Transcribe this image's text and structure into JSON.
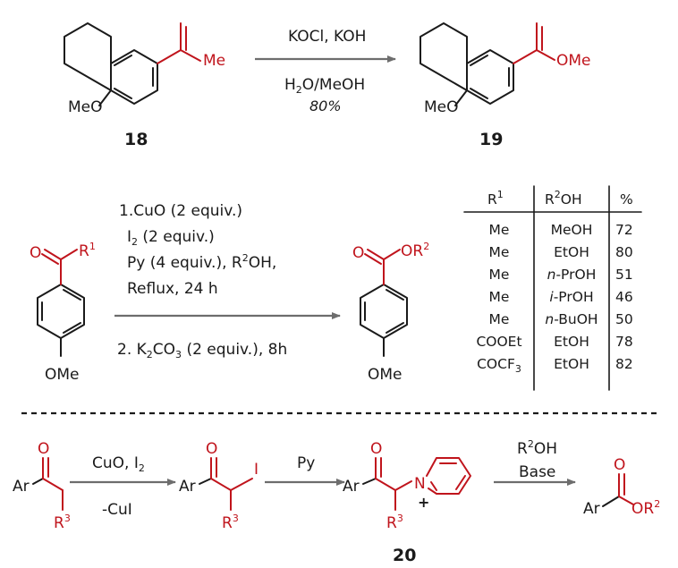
{
  "colors": {
    "highlight": "#c0141c",
    "arrow": "#6d6d6d",
    "ink": "#1a1a1a"
  },
  "top_reaction": {
    "reactant": {
      "substituent": "Me",
      "group": "MeO",
      "label": "18"
    },
    "conditions": {
      "reagents": "KOCl, KOH",
      "solvent": "H",
      "solvent_sub": "2",
      "solvent_rest": "O/MeOH",
      "yield": "80%"
    },
    "product": {
      "substituent": "OMe",
      "group": "MeO",
      "label": "19"
    }
  },
  "middle_reaction": {
    "reactant": {
      "r_label": "R",
      "r_sup": "1",
      "o_label": "O",
      "para": "OMe"
    },
    "step1": {
      "line1": "1.CuO (2 equiv.)",
      "line2_a": "I",
      "line2_sub": "2",
      "line2_b": " (2 equiv.)",
      "line3_a": "Py (4 equiv.), R",
      "line3_sup": "2",
      "line3_b": "OH,",
      "line4": "Reflux, 24 h"
    },
    "step2": {
      "a": "2. K",
      "sub1": "2",
      "b": "CO",
      "sub2": "3",
      "c": " (2 equiv.), 8h"
    },
    "product": {
      "o_label": "O",
      "or_label": "OR",
      "or_sup": "2",
      "para": "OMe"
    },
    "table": {
      "headers": [
        {
          "a": "R",
          "sup": "1",
          "b": ""
        },
        {
          "a": "R",
          "sup": "2",
          "b": "OH"
        },
        {
          "a": "%",
          "sup": "",
          "b": ""
        }
      ],
      "rows": [
        {
          "r1": "Me",
          "r1_sub": "",
          "pre": "",
          "ital": "",
          "post": "MeOH",
          "yield": "72"
        },
        {
          "r1": "Me",
          "r1_sub": "",
          "pre": "",
          "ital": "",
          "post": "EtOH",
          "yield": "80"
        },
        {
          "r1": "Me",
          "r1_sub": "",
          "pre": "",
          "ital": "n",
          "post": "-PrOH",
          "yield": "51"
        },
        {
          "r1": "Me",
          "r1_sub": "",
          "pre": "",
          "ital": "i",
          "post": "-PrOH",
          "yield": "46"
        },
        {
          "r1": "Me",
          "r1_sub": "",
          "pre": "",
          "ital": "n",
          "post": "-BuOH",
          "yield": "50"
        },
        {
          "r1": "COOEt",
          "r1_sub": "",
          "pre": "",
          "ital": "",
          "post": "EtOH",
          "yield": "78"
        },
        {
          "r1": "COCF",
          "r1_sub": "3",
          "pre": "",
          "ital": "",
          "post": "EtOH",
          "yield": "82"
        }
      ]
    }
  },
  "mechanism": {
    "s1": {
      "o": "O",
      "ar": "Ar",
      "r": "R",
      "r_sup": "3"
    },
    "arrow1": {
      "top_a": "CuO, I",
      "top_sub": "2",
      "bottom": "-CuI"
    },
    "s2": {
      "o": "O",
      "ar": "Ar",
      "i": "I",
      "r": "R",
      "r_sup": "3"
    },
    "arrow2": {
      "top": "Py"
    },
    "s3": {
      "o": "O",
      "ar": "Ar",
      "n": "N",
      "plus": "+",
      "r": "R",
      "r_sup": "3",
      "label": "20"
    },
    "arrow3": {
      "top_a": "R",
      "top_sup": "2",
      "top_b": "OH",
      "bottom": "Base"
    },
    "s4": {
      "o": "O",
      "ar": "Ar",
      "or": "OR",
      "or_sup": "2"
    }
  }
}
